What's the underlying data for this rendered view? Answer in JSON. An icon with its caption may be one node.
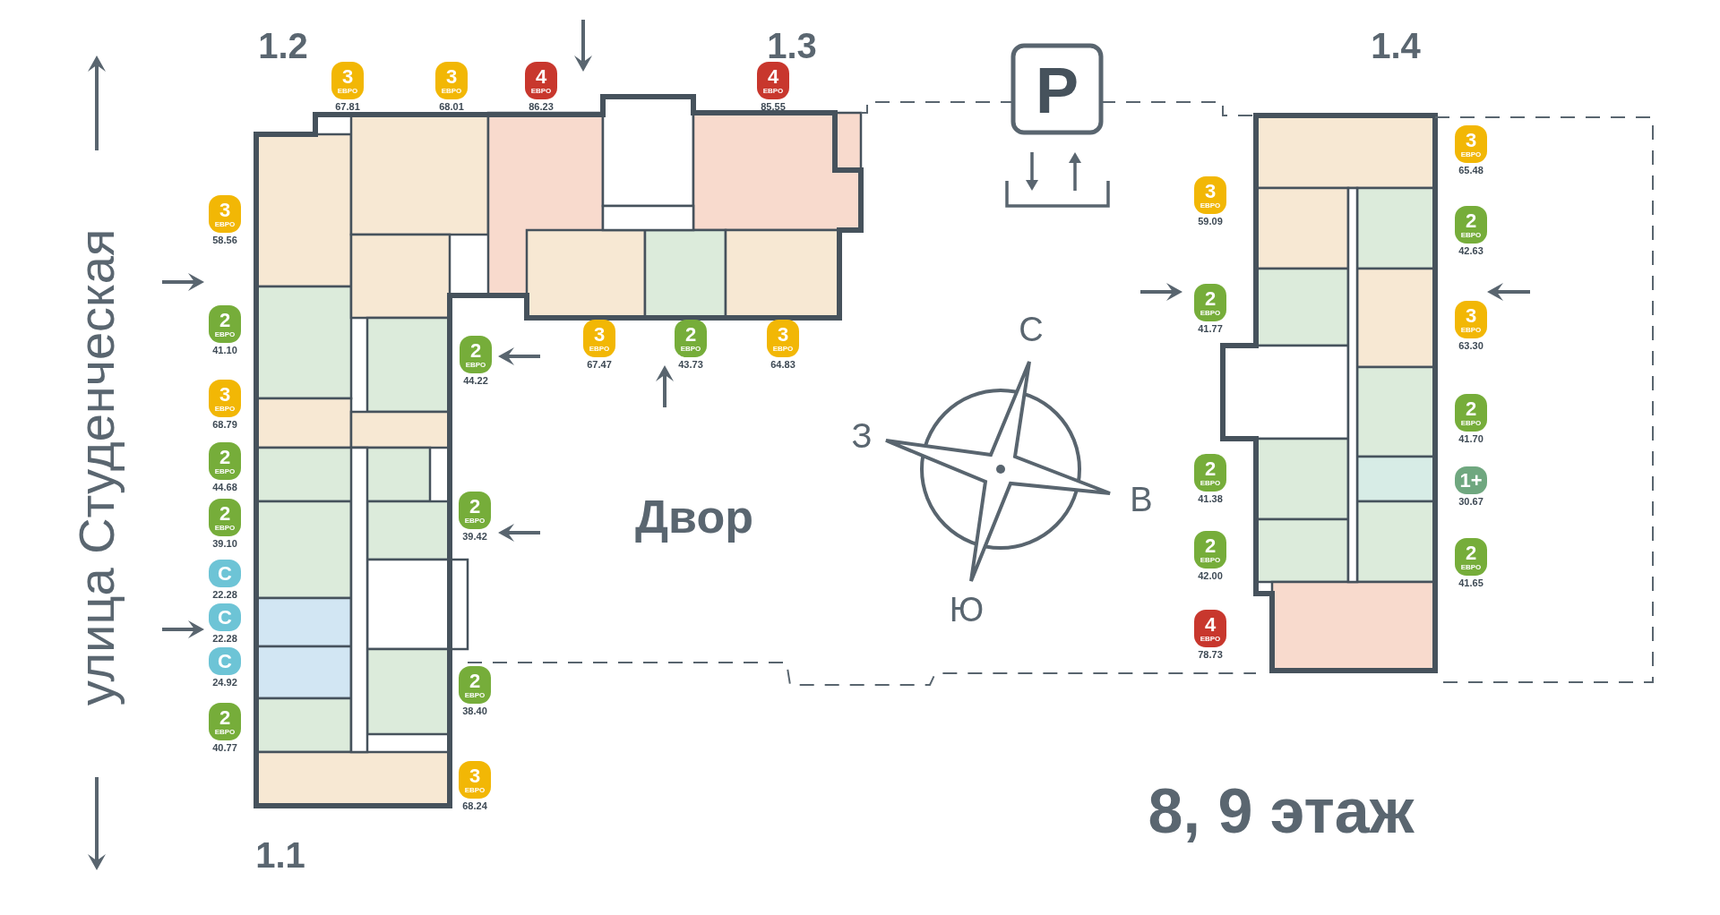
{
  "diagram": {
    "nodes": [
      {
        "text": [
          "3",
          "ЕВРО"
        ],
        "beside": [
          "67.81"
        ]
      },
      {
        "text": [
          "3",
          "ЕВРО"
        ],
        "beside": [
          "68.01"
        ]
      },
      {
        "text": [
          "4",
          "ЕВРО"
        ],
        "beside": [
          "86.23"
        ]
      },
      {
        "text": [
          "4",
          "ЕВРО"
        ],
        "beside": [
          "85.55"
        ]
      },
      {
        "text": [
          "3",
          "ЕВРО"
        ],
        "beside": [
          "58.56"
        ]
      },
      {
        "text": [
          "2",
          "ЕВРО"
        ],
        "beside": [
          "41.10"
        ]
      },
      {
        "text": [
          "2",
          "ЕВРО"
        ],
        "beside": [
          "44.22"
        ]
      },
      {
        "text": [
          "3",
          "ЕВРО"
        ],
        "beside": [
          "67.47"
        ]
      },
      {
        "text": [
          "2",
          "ЕВРО"
        ],
        "beside": [
          "43.73"
        ]
      },
      {
        "text": [
          "3",
          "ЕВРО"
        ],
        "beside": [
          "64.83"
        ]
      },
      {
        "text": [
          "3",
          "ЕВРО"
        ],
        "beside": [
          "68.79"
        ]
      },
      {
        "text": [
          "2",
          "ЕВРО"
        ],
        "beside": [
          "44.68"
        ]
      },
      {
        "text": [
          "2",
          "ЕВРО"
        ],
        "beside": [
          "39.10"
        ]
      },
      {
        "text": [
          "2",
          "ЕВРО"
        ],
        "beside": [
          "39.42"
        ]
      },
      {
        "text": [
          "С"
        ],
        "beside": [
          "22.28"
        ]
      },
      {
        "text": [
          "С"
        ],
        "beside": [
          "22.28"
        ]
      },
      {
        "text": [
          "С"
        ],
        "beside": [
          "24.92"
        ]
      },
      {
        "text": [
          "2",
          "ЕВРО"
        ],
        "beside": [
          "38.40"
        ]
      },
      {
        "text": [
          "2",
          "ЕВРО"
        ],
        "beside": [
          "40.77"
        ]
      },
      {
        "text": [
          "3",
          "ЕВРО"
        ],
        "beside": [
          "68.24"
        ]
      },
      {
        "text": [
          "3",
          "ЕВРО"
        ],
        "beside": [
          "65.48"
        ]
      },
      {
        "text": [
          "3",
          "ЕВРО"
        ],
        "beside": [
          "59.09"
        ]
      },
      {
        "text": [
          "2",
          "ЕВРО"
        ],
        "beside": [
          "42.63"
        ]
      },
      {
        "text": [
          "2",
          "ЕВРО"
        ],
        "beside": [
          "41.77"
        ]
      },
      {
        "text": [
          "3",
          "ЕВРО"
        ],
        "beside": [
          "63.30"
        ]
      },
      {
        "text": [
          "2",
          "ЕВРО"
        ],
        "beside": [
          "41.70"
        ]
      },
      {
        "text": [
          "2",
          "ЕВРО"
        ],
        "beside": [
          "41.38"
        ]
      },
      {
        "text": [
          "1+"
        ],
        "beside": [
          "30.67"
        ]
      },
      {
        "text": [
          "2",
          "ЕВРО"
        ],
        "beside": [
          "42.00"
        ]
      },
      {
        "text": [
          "2",
          "ЕВРО"
        ],
        "beside": [
          "41.65"
        ]
      },
      {
        "text": [
          "4",
          "ЕВРО"
        ],
        "beside": [
          "78.73"
        ]
      }
    ],
    "labels": [
      "1.2",
      "1.3",
      "P",
      "1.4",
      "улица Студенческая",
      "С",
      "З",
      "Двор",
      "В",
      "Ю",
      "8, 9 этаж",
      "1.1"
    ]
  }
}
